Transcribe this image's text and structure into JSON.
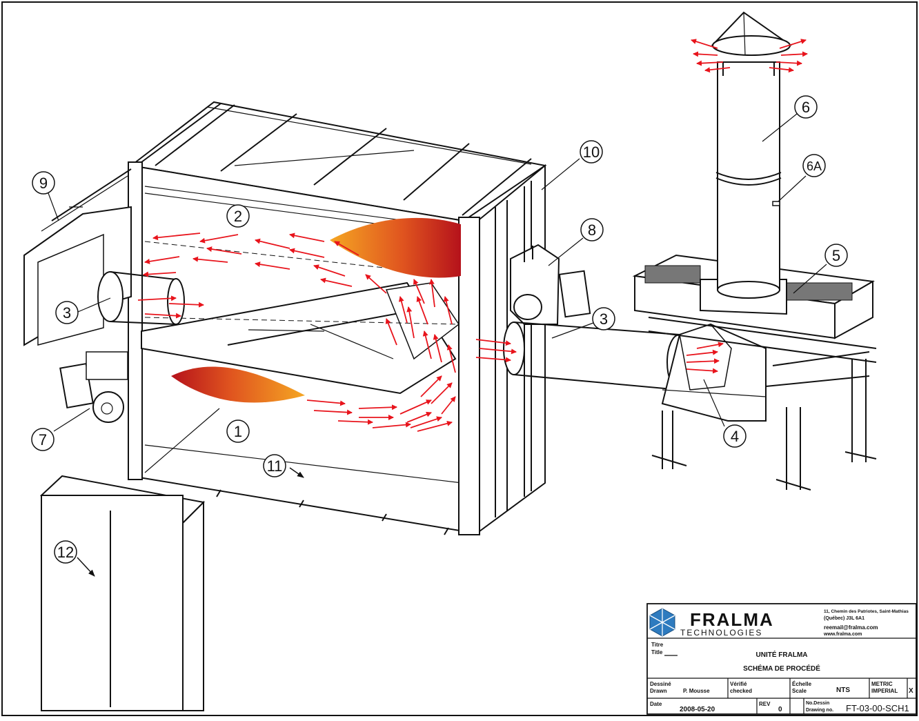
{
  "callouts": [
    "1",
    "2",
    "3",
    "3",
    "4",
    "5",
    "6",
    "6A",
    "7",
    "8",
    "9",
    "10",
    "11",
    "12"
  ],
  "title_block": {
    "brand": "FRALMA",
    "brand_sub": "TECHNOLOGIES",
    "address_1": "11, Chemin des Patriotes, Saint-Mathias",
    "address_2": "(Québec)  J3L 6A1",
    "email": "reemail@fralma.com",
    "website": "www.fralma.com",
    "titre_label": "Titre",
    "title_label": "Title",
    "title_line1": "UNITÉ FRALMA",
    "title_line2": "SCHÉMA DE PROCÉDÉ",
    "dessine_label": "Dessiné",
    "drawn_label": "Drawn",
    "drawn_by": "P. Mousse",
    "verifie_label": "Vérifié",
    "checked_label": "checked",
    "echelle_label": "Échelle",
    "scale_label": "Scale",
    "scale_value": "NTS",
    "metric_label": "METRIC",
    "imperial_label": "IMPERIAL",
    "imperial_mark": "X",
    "date_label": "Date",
    "date_value": "2008-05-20",
    "rev_label": "REV",
    "rev_value": "0",
    "dessin_label": "No.Dessin",
    "drawing_label": "Drawing no.",
    "drawing_no": "FT-03-00-SCH1"
  },
  "colors": {
    "flame_outer": "#f5a623",
    "flame_mid": "#e0551f",
    "flame_inner": "#b5121b",
    "arrow": "#e8141c",
    "logo": "#2e7bbf"
  }
}
